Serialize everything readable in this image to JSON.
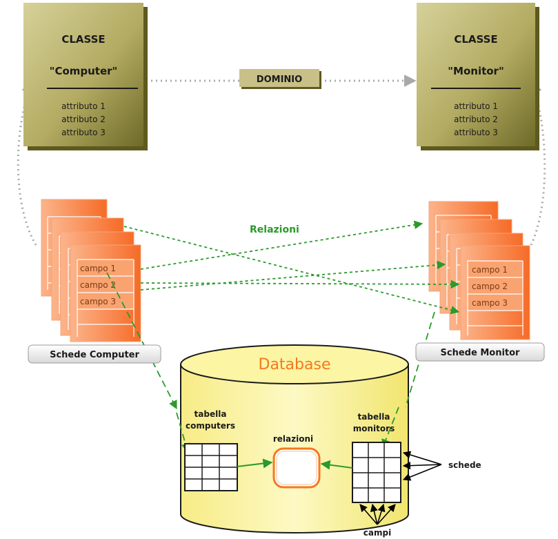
{
  "class_computer": {
    "header": "CLASSE",
    "name": "\"Computer\"",
    "attributes": [
      "attributo 1",
      "attributo 2",
      "attributo 3"
    ]
  },
  "class_monitor": {
    "header": "CLASSE",
    "name": "\"Monitor\"",
    "attributes": [
      "attributo 1",
      "attributo 2",
      "attributo 3"
    ]
  },
  "domain_label": "DOMINIO",
  "relations_label": "Relazioni",
  "cards_computer": {
    "fields": [
      "campo 1",
      "campo 2",
      "campo 3"
    ],
    "label": "Schede Computer"
  },
  "cards_monitor": {
    "fields": [
      "campo 1",
      "campo 2",
      "campo 3"
    ],
    "label": "Schede Monitor"
  },
  "database": {
    "title": "Database",
    "table_computers": [
      "tabella",
      "computers"
    ],
    "table_monitors": [
      "tabella",
      "monitors"
    ],
    "relations": "relazioni",
    "records_label": "schede",
    "fields_label": "campi"
  },
  "colors": {
    "class_box": "#c8c088",
    "class_box_dark": "#6e6a28",
    "card_fill": "#f97b3c",
    "card_light": "#fcb48b",
    "db_fill": "#fbf5a4",
    "db_title": "#f47920",
    "relation_green": "#2a9a2a",
    "domain_arrow": "#a9a9a9"
  }
}
